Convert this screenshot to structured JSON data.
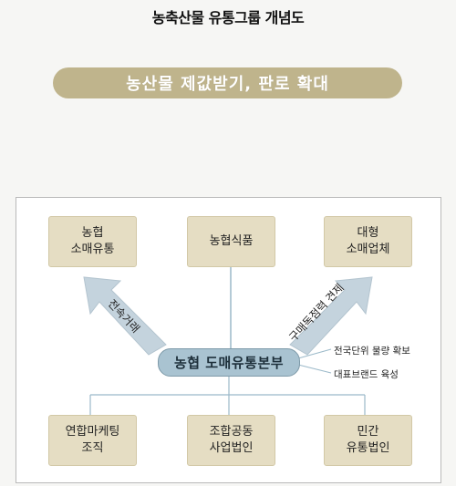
{
  "title": "농축산물 유통그룹 개념도",
  "banner": "농산물 제값받기, 판로 확대",
  "top_boxes": [
    {
      "line1": "농협",
      "line2": "소매유통"
    },
    {
      "line1": "농협식품",
      "line2": ""
    },
    {
      "line1": "대형",
      "line2": "소매업체"
    }
  ],
  "hub": "농협 도매유통본부",
  "arrow_labels": {
    "left": "전속거래",
    "right": "구매독점력 견제"
  },
  "notes": [
    "전국단위 물량 확보",
    "대표브랜드 육성"
  ],
  "bottom_boxes": [
    {
      "line1": "연합마케팅",
      "line2": "조직"
    },
    {
      "line1": "조합공동",
      "line2": "사업법인"
    },
    {
      "line1": "민간",
      "line2": "유통법인"
    }
  ],
  "colors": {
    "banner": "#bfb48c",
    "box": "#e5ddc3",
    "hub": "#a9c3d1",
    "arrow": "#c4d3dd",
    "line": "#9bb9c9"
  }
}
